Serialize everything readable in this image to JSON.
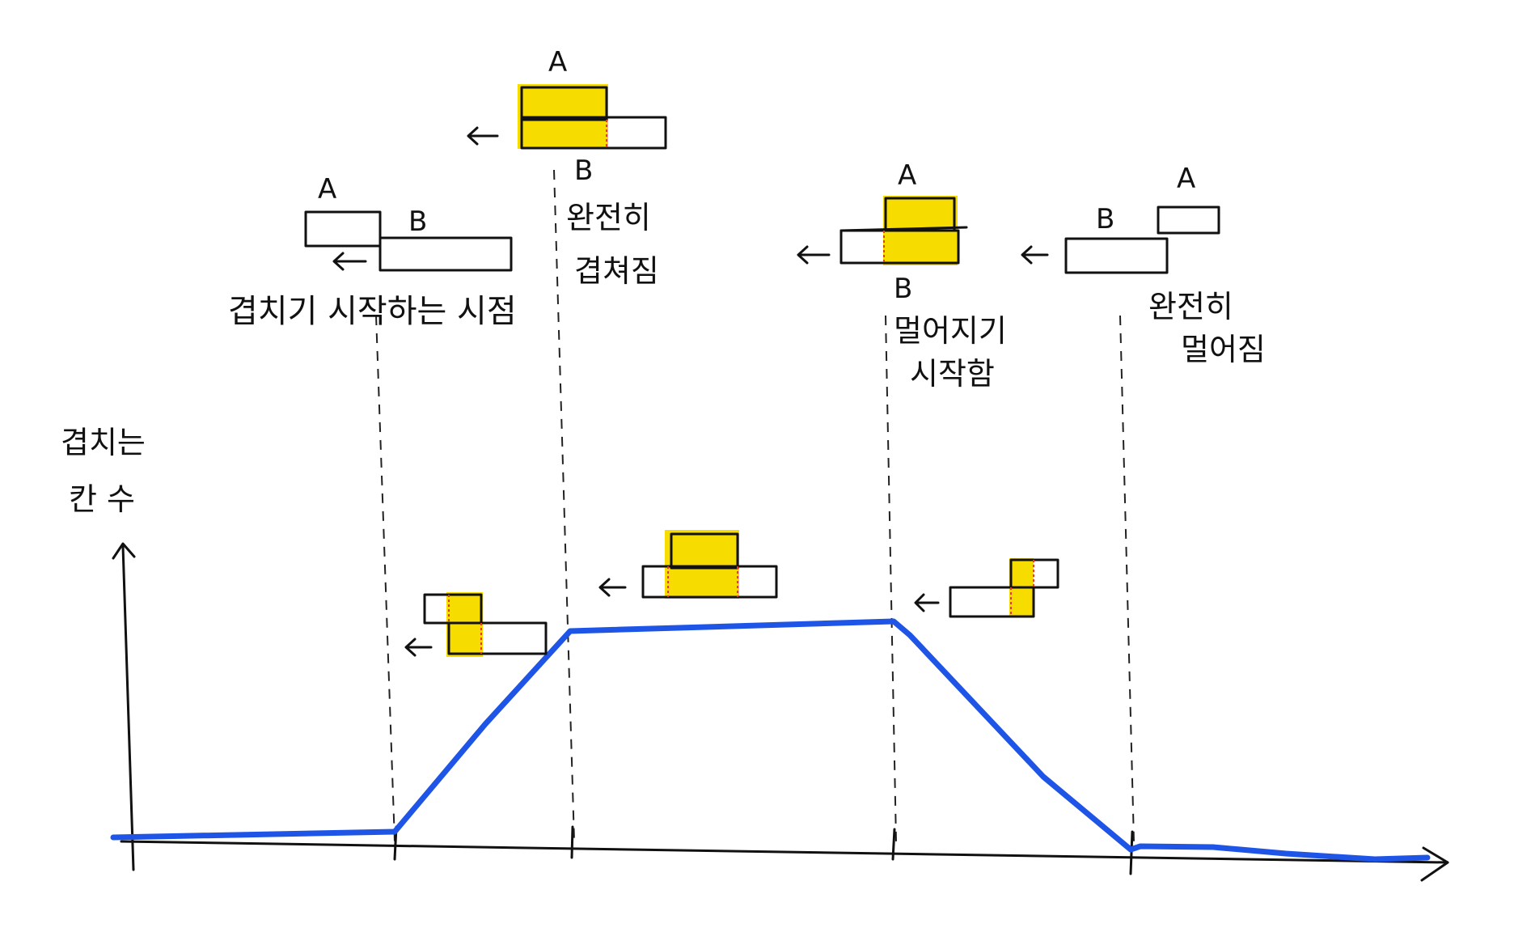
{
  "labels": {
    "start_overlap": "겹치기 시작하는 시점",
    "full_overlap": "완전히\n겹쳐짐",
    "start_separate": "멀어지기\n시작함",
    "full_separate": "완전히\n멀어짐",
    "y_axis": "겹치는\n칸 수",
    "rect_a": "A",
    "rect_b": "B"
  },
  "colors": {
    "curve": "#1f55e6",
    "highlight": "#f7dc00",
    "ink": "#111111",
    "overlap_edge": "#e23a2a"
  }
}
